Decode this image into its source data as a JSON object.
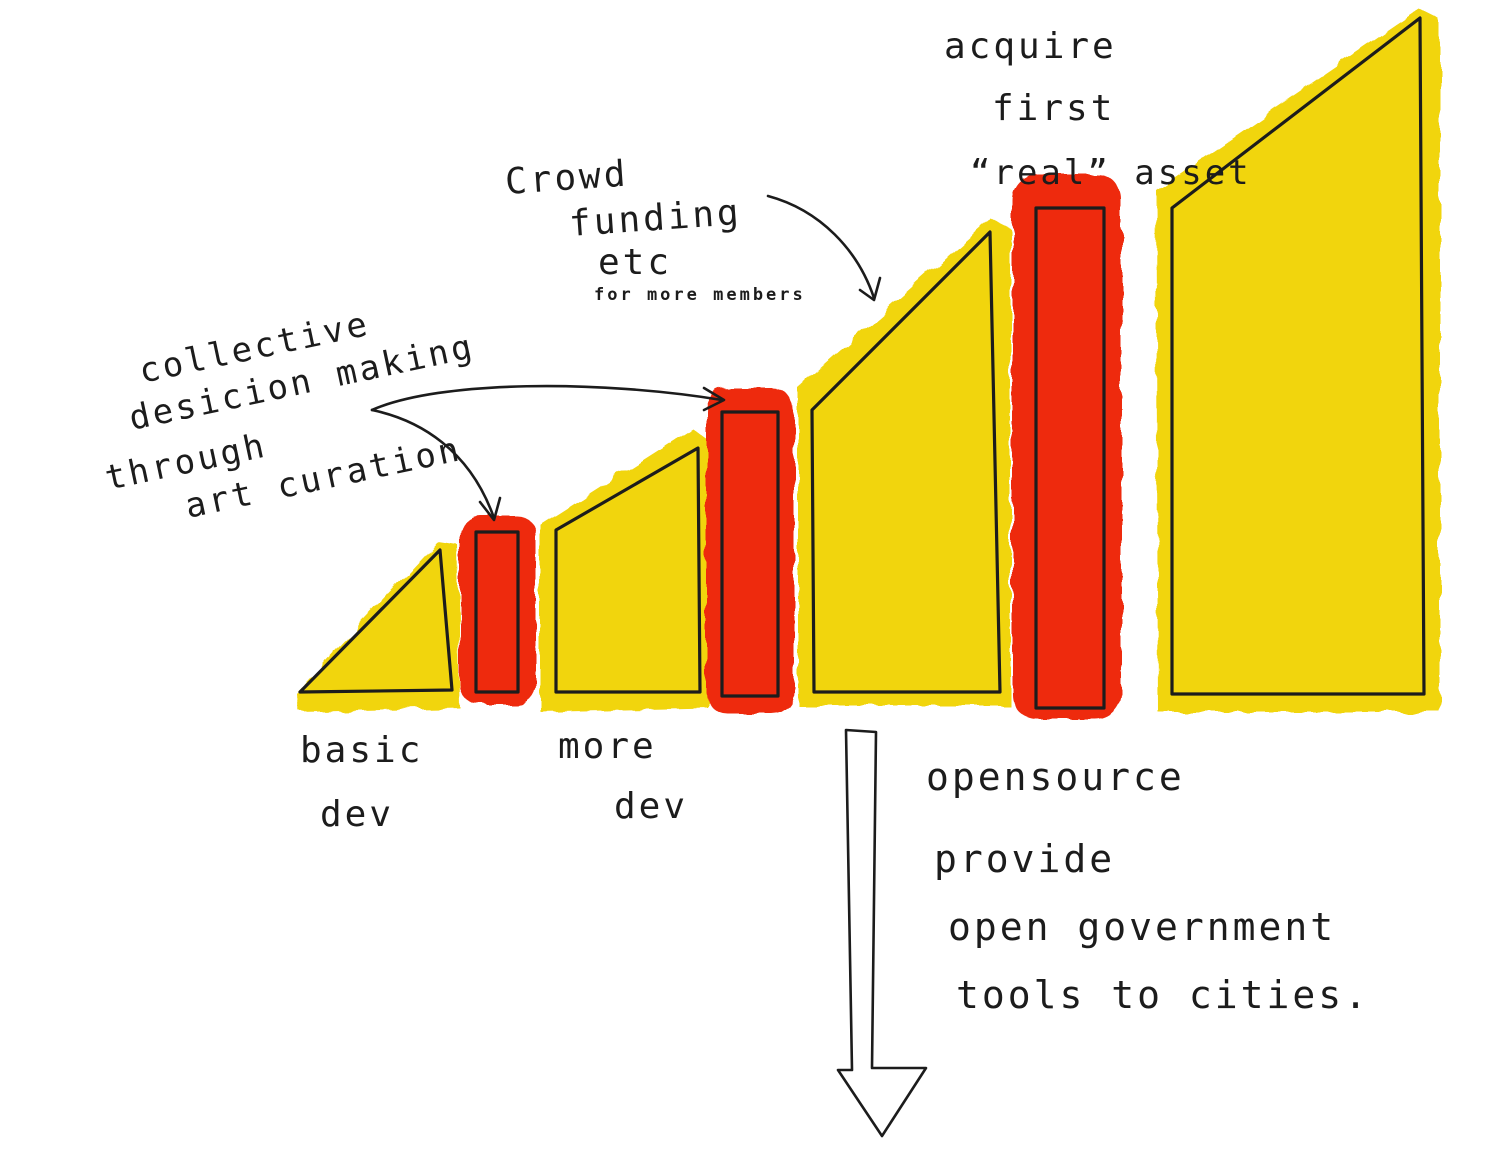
{
  "colors": {
    "yellow": "#f1d511",
    "red": "#ee2b10",
    "ink": "#1c1c1c",
    "background": "#ffffff"
  },
  "labels": {
    "collective_1": "collective",
    "collective_2": "desicion making",
    "collective_3": "through",
    "collective_4": "art curation",
    "crowd_1": "Crowd",
    "crowd_2": "funding",
    "crowd_3": "etc",
    "crowd_4": "for more members",
    "acquire_1": "acquire",
    "acquire_2": "first",
    "acquire_3": "“real” asset",
    "basic_1": "basic",
    "basic_2": "dev",
    "more_1": "more",
    "more_2": "dev",
    "opensource": "opensource",
    "provide_1": "provide",
    "provide_2": "open government",
    "provide_3": "tools to cities."
  }
}
